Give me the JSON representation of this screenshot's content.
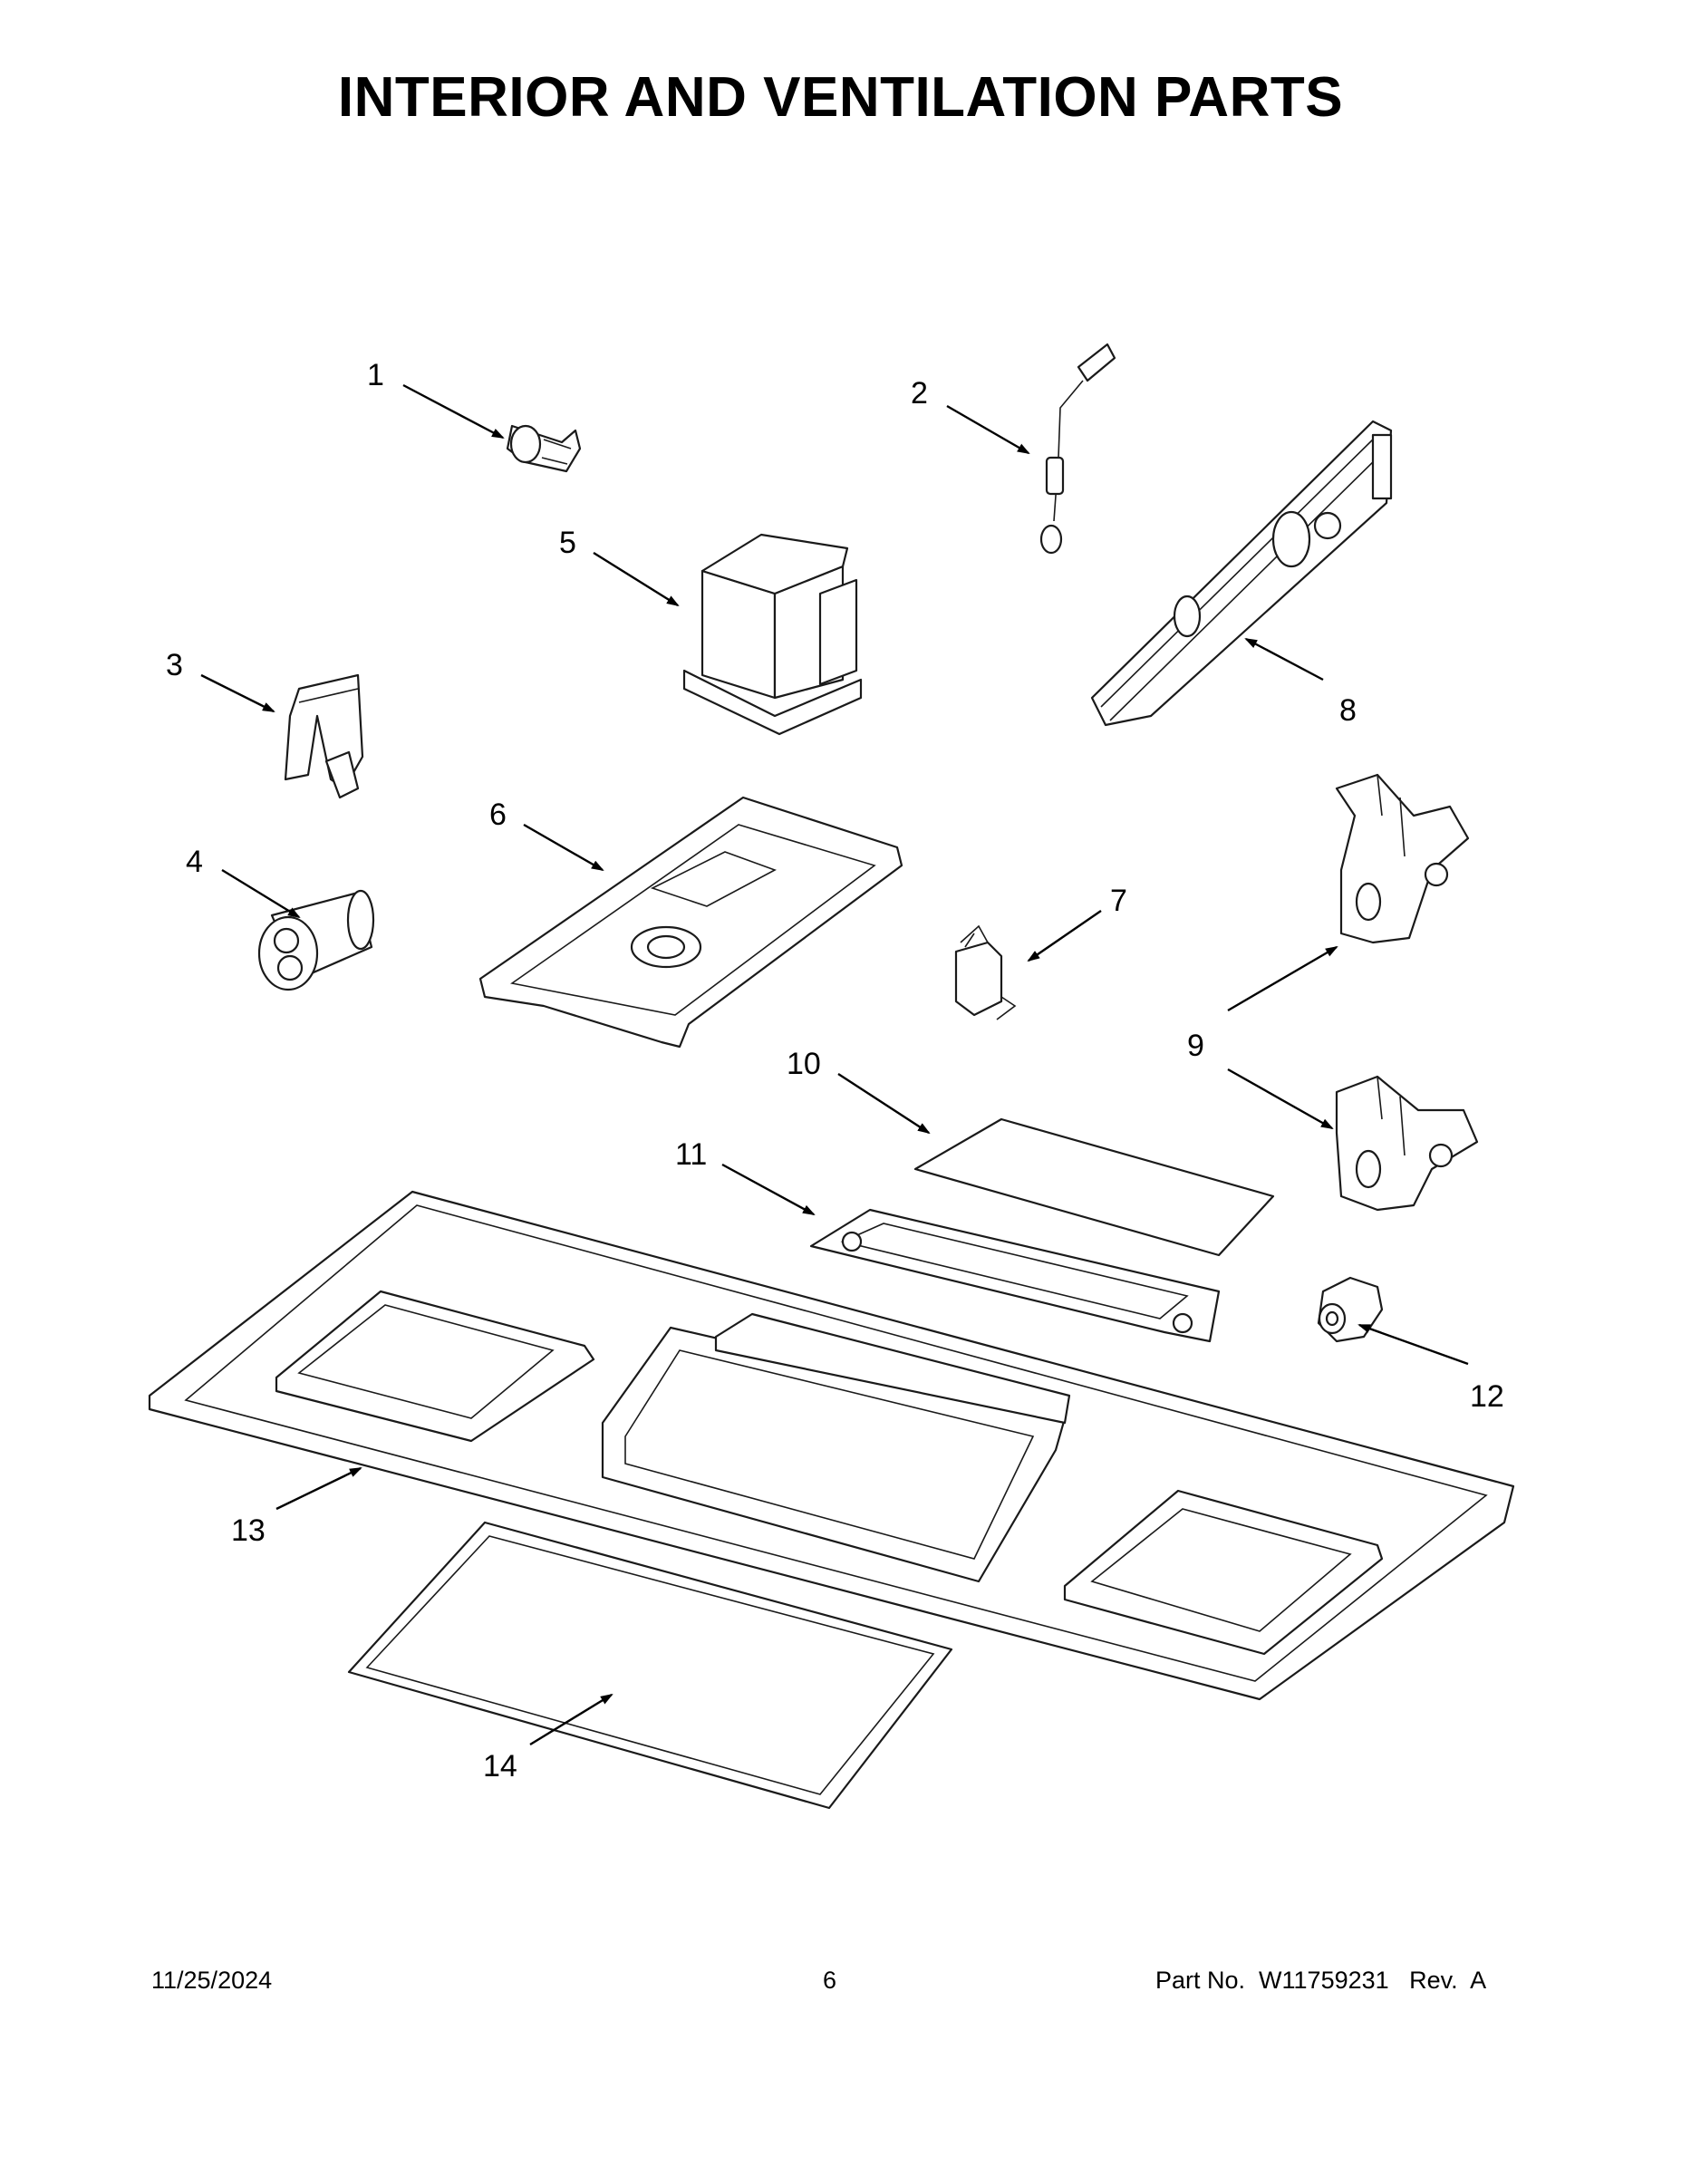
{
  "page": {
    "title": "INTERIOR AND VENTILATION PARTS"
  },
  "callouts": [
    {
      "id": "1",
      "label": "1"
    },
    {
      "id": "2",
      "label": "2"
    },
    {
      "id": "3",
      "label": "3"
    },
    {
      "id": "4",
      "label": "4"
    },
    {
      "id": "5",
      "label": "5"
    },
    {
      "id": "6",
      "label": "6"
    },
    {
      "id": "7",
      "label": "7"
    },
    {
      "id": "8",
      "label": "8"
    },
    {
      "id": "9",
      "label": "9"
    },
    {
      "id": "10",
      "label": "10"
    },
    {
      "id": "11",
      "label": "11"
    },
    {
      "id": "12",
      "label": "12"
    },
    {
      "id": "13",
      "label": "13"
    },
    {
      "id": "14",
      "label": "14"
    }
  ],
  "footer": {
    "date": "11/25/2024",
    "page_number": "6",
    "part_number": "Part No.  W11759231   Rev.  A"
  }
}
